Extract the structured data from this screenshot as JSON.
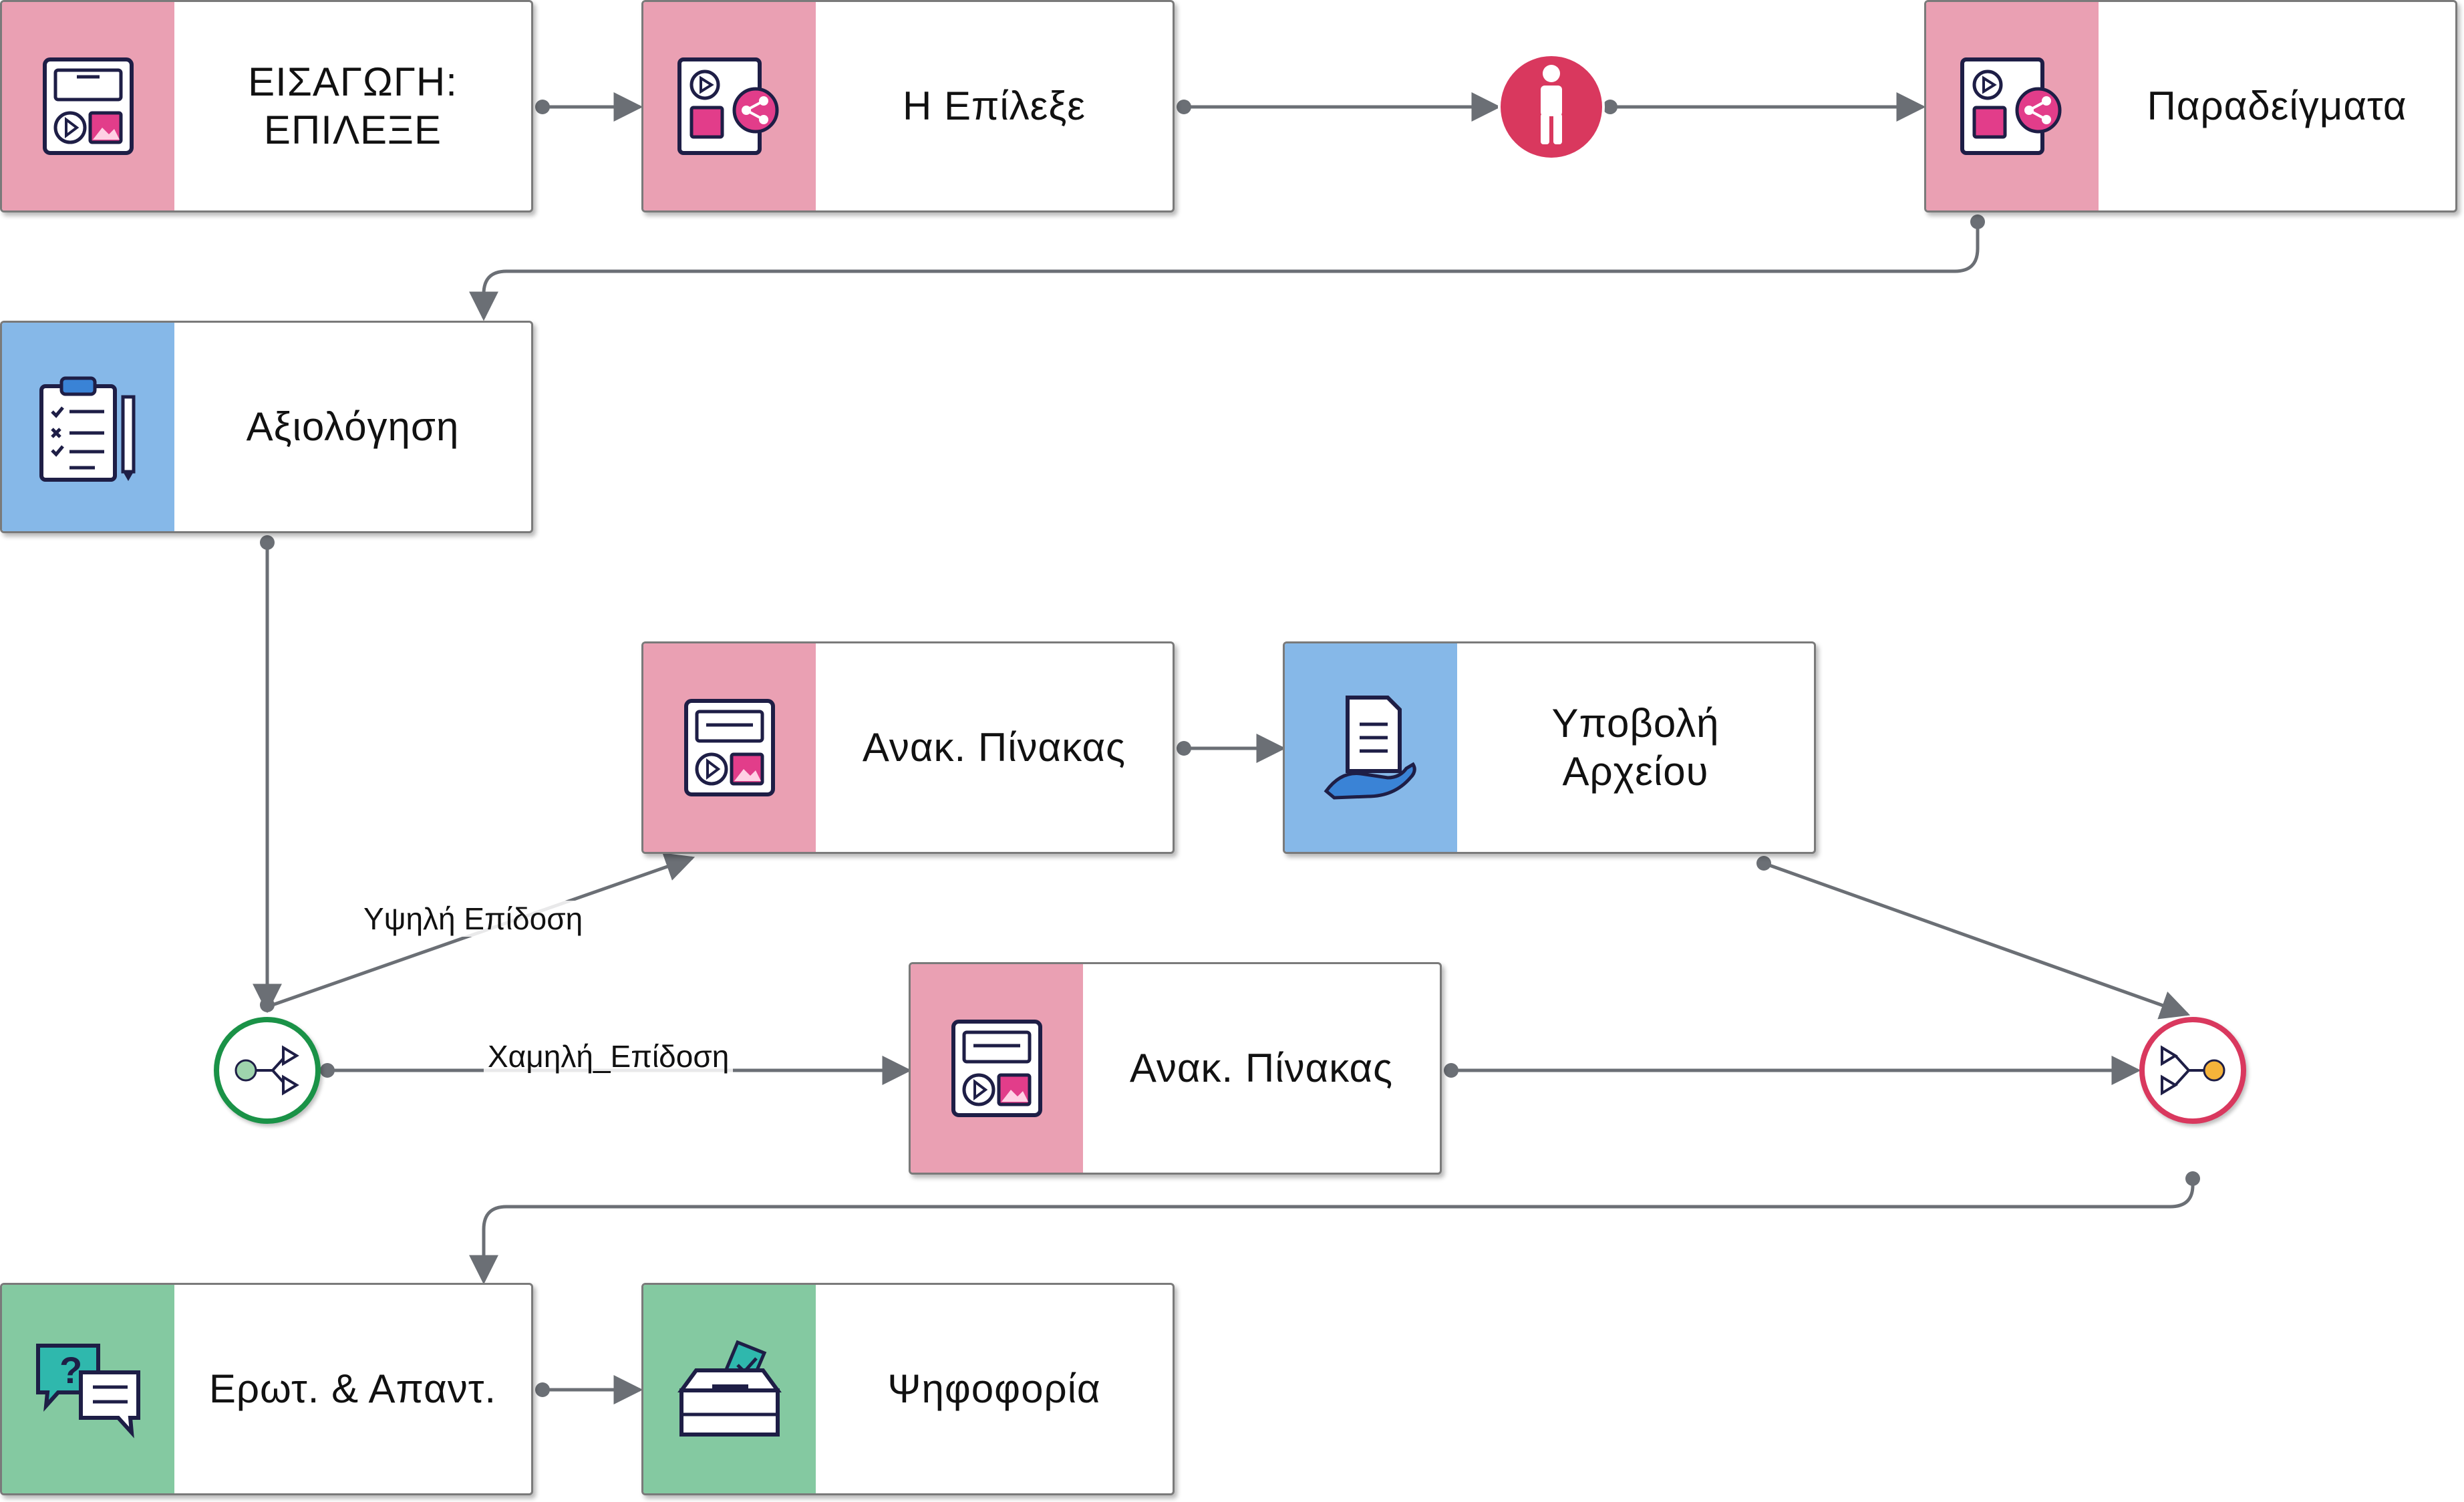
{
  "nodes": {
    "intro": {
      "label": "ΕΙΣΑΓΩΓΗ:\nΕΠΙΛΕΞΕ",
      "color": "pink",
      "icon": "media-board-icon"
    },
    "choose": {
      "label": "Η Επίλεξε",
      "color": "pink",
      "icon": "media-share-icon"
    },
    "examples": {
      "label": "Παραδείγματα",
      "color": "pink",
      "icon": "media-share-icon"
    },
    "assessment": {
      "label": "Αξιολόγηση",
      "color": "blue",
      "icon": "clipboard-checklist-icon"
    },
    "board_high": {
      "label": "Ανακ. Πίνακας",
      "color": "pink",
      "icon": "media-board-icon"
    },
    "upload": {
      "label": "Υποβολή\nΑρχείου",
      "color": "blue",
      "icon": "document-hand-icon"
    },
    "board_low": {
      "label": "Ανακ. Πίνακας",
      "color": "pink",
      "icon": "media-board-icon"
    },
    "qa": {
      "label": "Ερωτ. & Απαντ.",
      "color": "green",
      "icon": "chat-question-icon"
    },
    "vote": {
      "label": "Ψηφοφορία",
      "color": "green",
      "icon": "ballot-box-icon"
    }
  },
  "edges": {
    "high": {
      "label": "Υψηλή Επίδοση"
    },
    "low": {
      "label": "Χαμηλή_Επίδοση"
    }
  },
  "colors": {
    "pink": "#eaa0b3",
    "blue": "#86b8e8",
    "green": "#84c9a1",
    "edge": "#6b6f75",
    "person": "#d9385e",
    "split_ring": "#1a9247",
    "merge_ring": "#d9385e"
  }
}
